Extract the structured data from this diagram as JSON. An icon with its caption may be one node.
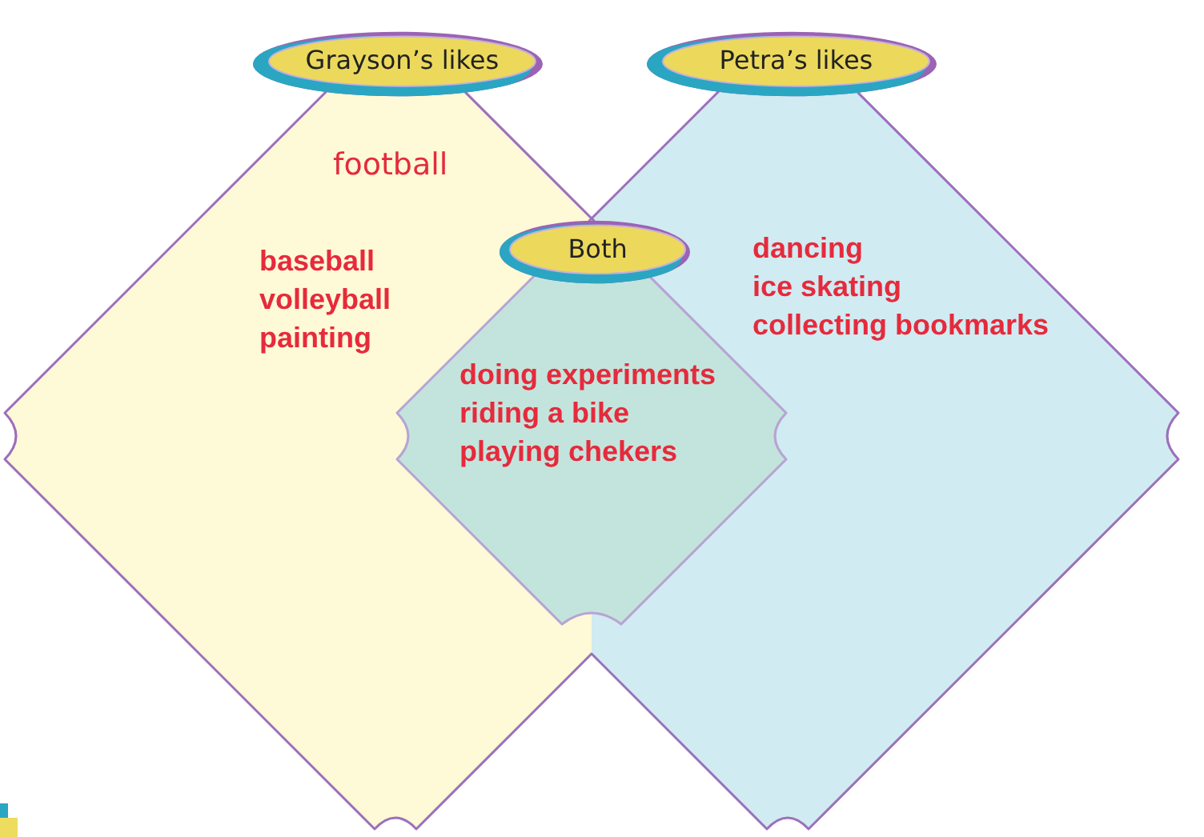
{
  "diagram": {
    "nodes": [
      {
        "text": [
          "Grayson’s likes"
        ]
      },
      {
        "text": [
          "football",
          "baseball",
          "volleyball",
          "painting"
        ]
      },
      {
        "text": [
          "Petra’s likes"
        ]
      },
      {
        "text": [
          "dancing",
          "ice skating",
          "collecting bookmarks"
        ]
      },
      {
        "text": [
          "Both"
        ]
      },
      {
        "text": [
          "doing experiments",
          "riding a bike",
          "playing chekers"
        ]
      }
    ]
  }
}
